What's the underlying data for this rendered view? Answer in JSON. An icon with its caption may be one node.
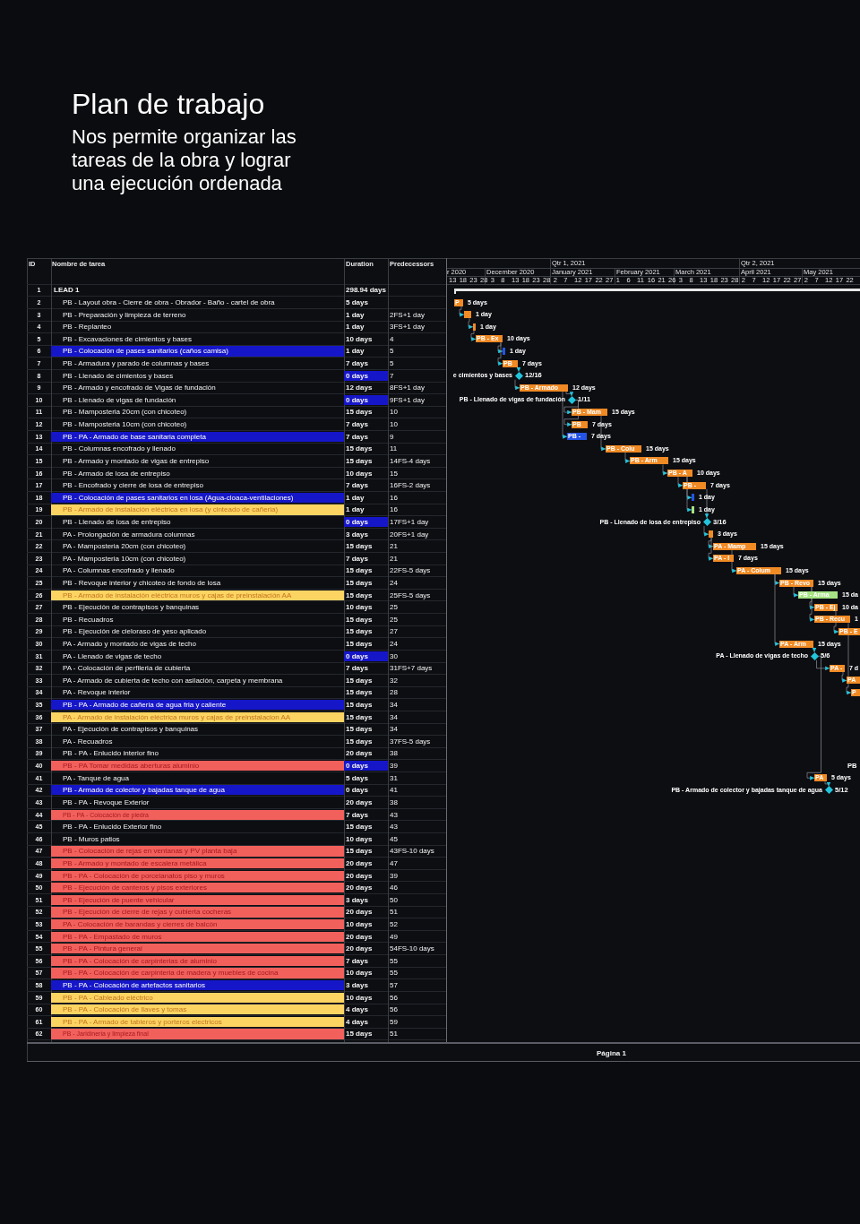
{
  "diagram": {
    "title": "Plan de trabajo",
    "nodes": [
      {
        "text": [
          "P"
        ],
        "beside": [
          "5 days"
        ]
      },
      {
        "text": [],
        "shape": "bar",
        "beside": [
          "1 day"
        ]
      },
      {
        "text": [],
        "shape": "bar",
        "beside": [
          "1 day"
        ]
      },
      {
        "text": [
          "PB - Ex"
        ],
        "beside": [
          "10 days"
        ]
      },
      {
        "text": [],
        "shape": "bar",
        "beside": [
          "1 day"
        ]
      },
      {
        "text": [
          "PB"
        ],
        "beside": [
          "7 days"
        ]
      },
      {
        "text": [],
        "shape": "diamond",
        "beside": [
          "e cimientos y bases",
          "12/16"
        ]
      },
      {
        "text": [
          "PB - Armado"
        ],
        "beside": [
          "12 days"
        ]
      },
      {
        "text": [],
        "shape": "diamond",
        "beside": [
          "PB - Llenado de vigas de fundación",
          "1/11"
        ]
      },
      {
        "text": [
          "PB - Mam"
        ],
        "beside": [
          "15 days"
        ]
      },
      {
        "text": [
          "PB"
        ],
        "beside": [
          "7 days"
        ]
      },
      {
        "text": [
          "PB -"
        ],
        "beside": [
          "7 days"
        ]
      },
      {
        "text": [
          "PB - Colu"
        ],
        "beside": [
          "15 days"
        ]
      },
      {
        "text": [
          "PB - Arm"
        ],
        "beside": [
          "15 days"
        ]
      },
      {
        "text": [
          "PB - A"
        ],
        "beside": [
          "10 days"
        ]
      },
      {
        "text": [
          "PB -"
        ],
        "beside": [
          "7 days"
        ]
      },
      {
        "text": [],
        "shape": "bar",
        "beside": [
          "1 day"
        ]
      },
      {
        "text": [],
        "shape": "bar",
        "beside": [
          "1 day"
        ]
      },
      {
        "text": [],
        "shape": "diamond",
        "beside": [
          "PB - Llenado de losa de entrepiso",
          "3/16"
        ]
      },
      {
        "text": [],
        "shape": "bar",
        "beside": [
          "3 days"
        ]
      },
      {
        "text": [
          "PA - Mamp"
        ],
        "beside": [
          "15 days"
        ]
      },
      {
        "text": [
          "PA - I"
        ],
        "beside": [
          "7 days"
        ]
      },
      {
        "text": [
          "PA - Colum"
        ],
        "beside": [
          "15 days"
        ]
      },
      {
        "text": [
          "PB - Revo"
        ],
        "beside": [
          "15 days"
        ]
      },
      {
        "text": [
          "PB - Arma"
        ],
        "beside": [
          "15 da"
        ]
      },
      {
        "text": [
          "PB - Ej"
        ],
        "beside": [
          "10 da"
        ]
      },
      {
        "text": [
          "PB - Recu"
        ],
        "beside": [
          "1"
        ]
      },
      {
        "text": [
          "PB - E"
        ]
      },
      {
        "text": [
          "PA - Arm"
        ],
        "beside": [
          "15 days"
        ]
      },
      {
        "text": [],
        "shape": "diamond",
        "beside": [
          "PA - Llenado de vigas de techo",
          "5/6"
        ]
      },
      {
        "text": [
          "PA -"
        ],
        "beside": [
          "7 d"
        ]
      },
      {
        "text": [
          "PA"
        ]
      },
      {
        "text": [
          "P"
        ]
      },
      {
        "text": [
          "PA"
        ],
        "beside": [
          "5 days"
        ]
      },
      {
        "text": [],
        "shape": "diamond",
        "beside": [
          "PB - Armado de colector y bajadas tanque de agua",
          "5/12"
        ]
      }
    ],
    "edges": [
      {
        "from": 0,
        "to": 1,
        "arrow": "to"
      },
      {
        "from": 1,
        "to": 2,
        "arrow": "to"
      },
      {
        "from": 2,
        "to": 3,
        "arrow": "to"
      },
      {
        "from": 3,
        "to": 4,
        "arrow": "to"
      },
      {
        "from": 3,
        "to": 5,
        "arrow": "to"
      },
      {
        "from": 5,
        "to": 6,
        "arrow": "to"
      },
      {
        "from": 6,
        "to": 7,
        "arrow": "to"
      },
      {
        "from": 7,
        "to": 8,
        "arrow": "to"
      },
      {
        "from": 8,
        "to": 9,
        "arrow": "to"
      },
      {
        "from": 8,
        "to": 10,
        "arrow": "to"
      },
      {
        "from": 7,
        "to": 11,
        "arrow": "to"
      },
      {
        "from": 9,
        "to": 12,
        "arrow": "to"
      },
      {
        "from": 12,
        "to": 13,
        "arrow": "to"
      },
      {
        "from": 13,
        "to": 14,
        "arrow": "to"
      },
      {
        "from": 14,
        "to": 15,
        "arrow": "to"
      },
      {
        "from": 14,
        "to": 16,
        "arrow": "to"
      },
      {
        "from": 14,
        "to": 17,
        "arrow": "to"
      },
      {
        "from": 15,
        "to": 18,
        "arrow": "to"
      },
      {
        "from": 18,
        "to": 19,
        "arrow": "to"
      },
      {
        "from": 19,
        "to": 20,
        "arrow": "to"
      },
      {
        "from": 19,
        "to": 21,
        "arrow": "to"
      },
      {
        "from": 20,
        "to": 22,
        "arrow": "to"
      },
      {
        "from": 22,
        "to": 23,
        "arrow": "to"
      },
      {
        "from": 22,
        "to": 28,
        "arrow": "to"
      },
      {
        "from": 23,
        "to": 24,
        "arrow": "to"
      },
      {
        "from": 23,
        "to": 25,
        "arrow": "to"
      },
      {
        "from": 23,
        "to": 26,
        "arrow": "to"
      },
      {
        "from": 25,
        "to": 27,
        "arrow": "to"
      },
      {
        "from": 28,
        "to": 29,
        "arrow": "to"
      },
      {
        "from": 29,
        "to": 30,
        "arrow": "to"
      },
      {
        "from": 30,
        "to": 31,
        "arrow": "to"
      },
      {
        "from": 26,
        "to": 32,
        "arrow": "to"
      },
      {
        "from": 29,
        "to": 33,
        "arrow": "to"
      },
      {
        "from": 33,
        "to": 34,
        "arrow": "to"
      }
    ],
    "labels": [
      "Nos permite organizar las tareas de la obra y lograr una ejecución ordenada",
      "ID",
      "Nombre de tarea",
      "Duration",
      "Predecessors",
      "Qtr 1, 2021",
      "Qtr 2, 2021",
      "r 2020",
      "December 2020",
      "January 2021",
      "February 2021",
      "March 2021",
      "April 2021",
      "May 2021",
      "13",
      "18",
      "23",
      "28",
      "3",
      "8",
      "13",
      "18",
      "23",
      "28",
      "2",
      "7",
      "12",
      "17",
      "22",
      "27",
      "1",
      "6",
      "11",
      "16",
      "21",
      "26",
      "3",
      "8",
      "13",
      "18",
      "23",
      "28",
      "2",
      "7",
      "12",
      "17",
      "22",
      "27",
      "2",
      "7",
      "12",
      "17",
      "22",
      "1",
      "LEAD 1",
      "298.94 days",
      "2",
      "PB - Layout obra - Cierre de obra - Obrador - Baño - cartel de obra",
      "5 days",
      "3",
      "PB - Preparación y limpieza de terreno",
      "1 day",
      "2FS+1 day",
      "4",
      "PB - Replanteo",
      "1 day",
      "3FS+1 day",
      "5",
      "PB - Excavaciones de cimientos y bases",
      "10 days",
      "4",
      "6",
      "PB - Colocación de pases sanitarios (caños camisa)",
      "1 day",
      "5",
      "7",
      "PB - Armadura y parado de columnas y bases",
      "7 days",
      "5",
      "8",
      "PB - Llenado de cimientos y bases",
      "0 days",
      "7",
      "9",
      "PB - Armado y encofrado de Vigas de fundación",
      "12 days",
      "8FS+1 day",
      "10",
      "PB - Llenado de vigas de fundación",
      "0 days",
      "9FS+1 day",
      "11",
      "PB - Mamposteria 20cm (con chicoteo)",
      "15 days",
      "10",
      "12",
      "PB - Mamposteria 10cm (con chicoteo)",
      "7 days",
      "10",
      "13",
      "PB - PA - Armado de base sanitaria completa",
      "7 days",
      "9",
      "14",
      "PB - Columnas encofrado y llenado",
      "15 days",
      "11",
      "15",
      "PB - Armado y montado de vigas de entrepiso",
      "15 days",
      "14FS-4 days",
      "16",
      "PB - Armado de losa de entrepiso",
      "10 days",
      "15",
      "17",
      "PB - Encofrado y cierre de losa de entrepiso",
      "7 days",
      "16FS-2 days",
      "18",
      "PB - Colocación de pases sanitarios en losa (Agua-cloaca-ventilaciones)",
      "1 day",
      "16",
      "19",
      "PB - Armado de instalación eléctrica en losa (y cinteado de cañeria)",
      "1 day",
      "16",
      "20",
      "PB - Llenado de losa de entrepiso",
      "0 days",
      "17FS+1 day",
      "21",
      "PA - Prolongación de armadura columnas",
      "3 days",
      "20FS+1 day",
      "22",
      "PA - Mamposteria 20cm (con chicoteo)",
      "15 days",
      "21",
      "23",
      "PA - Mamposteria 10cm (con chicoteo)",
      "7 days",
      "21",
      "24",
      "PA - Columnas encofrado y llenado",
      "15 days",
      "22FS-5 days",
      "25",
      "PB - Revoque interior y chicoteo de fondo de losa",
      "15 days",
      "24",
      "26",
      "PB - Armado de instalación eléctrica muros y cajas de preinstalación AA",
      "15 days",
      "25FS-5 days",
      "27",
      "PB - Ejecución de contrapisos y banquinas",
      "10 days",
      "25",
      "28",
      "PB - Recuadros",
      "15 days",
      "25",
      "29",
      "PB - Ejecución de cieloraso de yeso aplicado",
      "15 days",
      "27",
      "30",
      "PA - Armado y montado de vigas de techo",
      "15 days",
      "24",
      "31",
      "PA - Llenado de vigas de techo",
      "0 days",
      "30",
      "32",
      "PA - Colocación de perfileria de cubierta",
      "7 days",
      "31FS+7 days",
      "33",
      "PA - Armado de cubierta de techo con asilación, carpeta y membrana",
      "15 days",
      "32",
      "34",
      "PA - Revoque interior",
      "15 days",
      "28",
      "35",
      "PB - PA - Armado de cañeria de agua fria y caliente",
      "15 days",
      "34",
      "36",
      "PA - Armado de instalación eléctrica muros y cajas de preinstalacion AA",
      "15 days",
      "34",
      "37",
      "PA - Ejecución de contrapisos y banquinas",
      "15 days",
      "34",
      "38",
      "PA - Recuadros",
      "15 days",
      "37FS-5 days",
      "39",
      "PB - PA - Enlucido interior fino",
      "20 days",
      "38",
      "40",
      "PB - PA Tomar medidas aberturas aluminio",
      "0 days",
      "39",
      "41",
      "PA - Tanque de agua",
      "5 days",
      "31",
      "42",
      "PB - Armado de colector y bajadas tanque de agua",
      "0 days",
      "41",
      "43",
      "PB - PA - Revoque Exterior",
      "20 days",
      "38",
      "44",
      "PB - PA - Colocación de piedra",
      "7 days",
      "43",
      "45",
      "PB - PA - Enlucido Exterior fino",
      "15 days",
      "43",
      "46",
      "PB - Muros patios",
      "10 days",
      "45",
      "47",
      "PB - Colocación de rejas en ventanas y PV planta baja",
      "15 days",
      "43FS-10 days",
      "48",
      "PB - Armado y montado de escalera metálica",
      "20 days",
      "47",
      "49",
      "PB - PA - Colocación de porcelanatos piso y muros",
      "20 days",
      "39",
      "50",
      "PB - Ejecución de canteros y pisos exteriores",
      "20 days",
      "46",
      "51",
      "PB - Ejecución de puente vehicular",
      "3 days",
      "50",
      "52",
      "PB - Ejecución de cierre de rejas y cubierta cocheras",
      "20 days",
      "51",
      "53",
      "PA - Colocación de barandas y cierres de balcón",
      "10 days",
      "52",
      "54",
      "PB - PA - Empastado de muros",
      "20 days",
      "49",
      "55",
      "PB - PA - Pintura general",
      "20 days",
      "54FS-10 days",
      "56",
      "PB - PA - Colocación de carpinterias de aluminio",
      "7 days",
      "55",
      "57",
      "PB - PA - Colocación de carpinteria de madera y muebles de cocina",
      "10 days",
      "55",
      "58",
      "PB - PA - Colocación de artefactos sanitarios",
      "3 days",
      "57",
      "59",
      "PB - PA - Cableado eléctrico",
      "10 days",
      "56",
      "60",
      "PB - PA - Colocación de llaves y tomas",
      "4 days",
      "56",
      "61",
      "PB - PA - Armado de tableros y porteros electricos",
      "4 days",
      "59",
      "62",
      "PB - Jaridineria y limpieza final",
      "15 days",
      "51",
      "PB",
      "Página 1"
    ]
  }
}
